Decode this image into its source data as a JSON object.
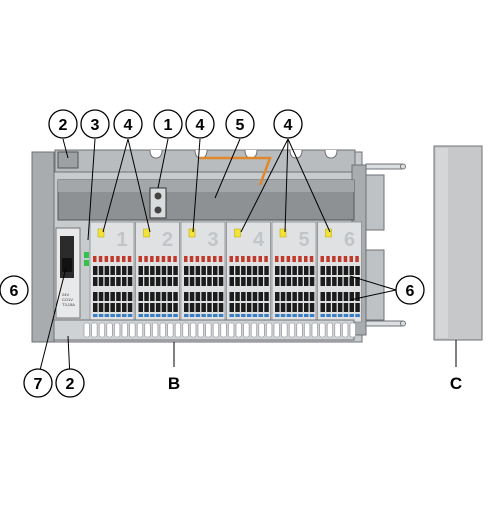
{
  "callouts": {
    "c1": "1",
    "c2_top": "2",
    "c3": "3",
    "c4_left": "4",
    "c4_mid": "4",
    "c4_right": "4",
    "c5": "5",
    "c6_left": "6",
    "c6_right": "6",
    "c7": "7",
    "c2_bottom": "2"
  },
  "letters": {
    "b": "B",
    "c": "C"
  },
  "module_numbers": [
    "1",
    "2",
    "3",
    "4",
    "5",
    "6"
  ],
  "psu_label": {
    "line1": "24V",
    "line2": "CO1V",
    "line3": "T3,15A"
  },
  "colors": {
    "housing": "#c8cbcd",
    "housing_dark": "#8d9194",
    "cover": "#b4b7ba",
    "led": "#f2e23a",
    "led_green": "#33c24a",
    "wire_orange": "#e0872b",
    "terminal_black": "#1c1c1c",
    "terminal_blue": "#3a7fc6",
    "terminal_red": "#c0392b",
    "callout_stroke": "#000000"
  }
}
